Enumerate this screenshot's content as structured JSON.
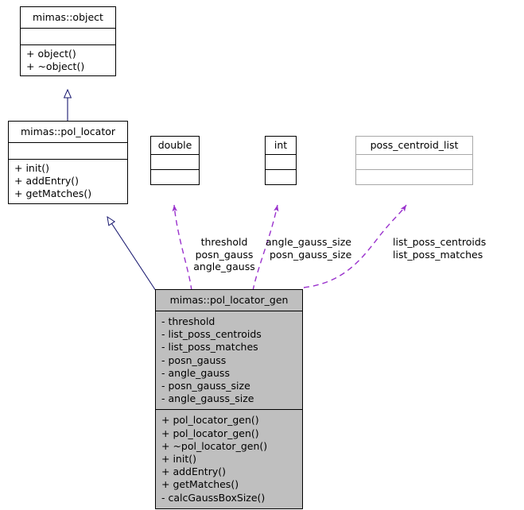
{
  "diagram": {
    "type": "uml-class-diagram",
    "colors": {
      "background": "#ffffff",
      "box_border": "#000000",
      "muted_box_border": "#a8a8a8",
      "highlight_fill": "#bfbfbf",
      "inheritance_edge": "#191970",
      "usage_edge": "#9a32cd",
      "text": "#000000"
    }
  },
  "classes": {
    "object": {
      "name": "mimas::object",
      "attributes": [],
      "methods": [
        "+ object()",
        "+ ~object()"
      ]
    },
    "pol_locator": {
      "name": "mimas::pol_locator",
      "attributes": [],
      "methods": [
        "+ init()",
        "+ addEntry()",
        "+ getMatches()"
      ]
    },
    "double_type": {
      "name": "double",
      "attributes": [],
      "methods": []
    },
    "int_type": {
      "name": "int",
      "attributes": [],
      "methods": []
    },
    "poss_centroid_list": {
      "name": "poss_centroid_list",
      "attributes": [],
      "methods": []
    },
    "pol_locator_gen": {
      "name": "mimas::pol_locator_gen",
      "attributes": [
        "- threshold",
        "- list_poss_centroids",
        "- list_poss_matches",
        "- posn_gauss",
        "- angle_gauss",
        "- posn_gauss_size",
        "- angle_gauss_size"
      ],
      "methods": [
        "+ pol_locator_gen()",
        "+ pol_locator_gen()",
        "+ ~pol_locator_gen()",
        "+ init()",
        "+ addEntry()",
        "+ getMatches()",
        "- calcGaussBoxSize()"
      ]
    }
  },
  "edge_labels": {
    "double_usage": [
      "threshold",
      "posn_gauss",
      "angle_gauss"
    ],
    "int_usage": [
      "angle_gauss_size",
      "posn_gauss_size"
    ],
    "centroid_usage": [
      "list_poss_centroids",
      "list_poss_matches"
    ]
  },
  "relationships": [
    {
      "from": "mimas::pol_locator",
      "to": "mimas::object",
      "kind": "generalization"
    },
    {
      "from": "mimas::pol_locator_gen",
      "to": "mimas::pol_locator",
      "kind": "generalization"
    },
    {
      "from": "mimas::pol_locator_gen",
      "to": "double",
      "kind": "usage"
    },
    {
      "from": "mimas::pol_locator_gen",
      "to": "int",
      "kind": "usage"
    },
    {
      "from": "mimas::pol_locator_gen",
      "to": "poss_centroid_list",
      "kind": "usage"
    }
  ]
}
